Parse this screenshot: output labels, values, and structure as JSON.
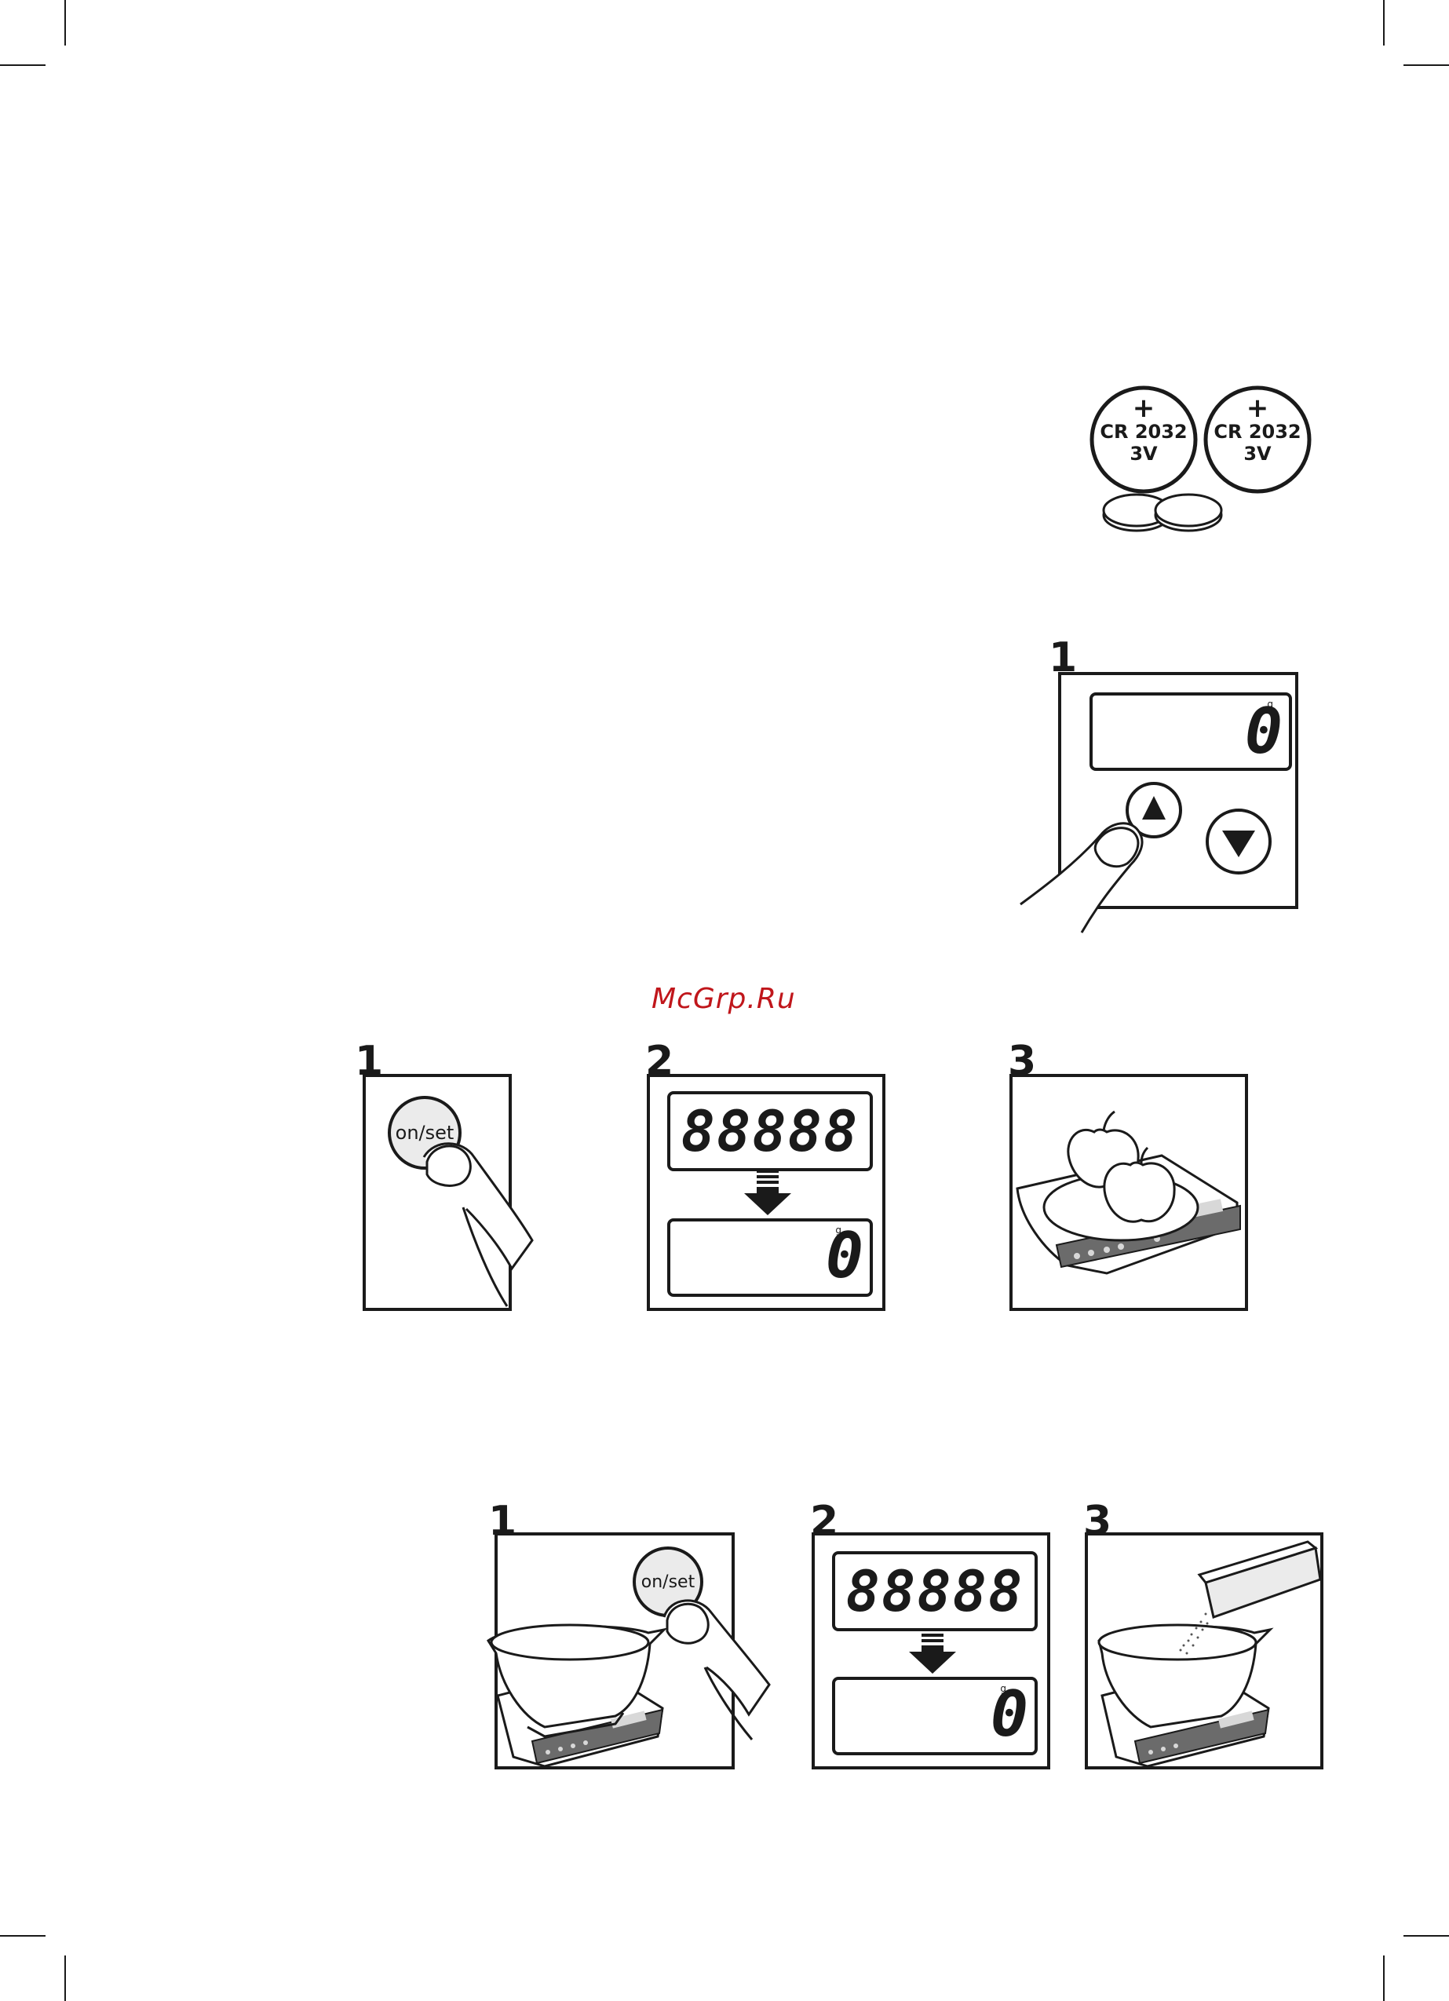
{
  "watermark": "McGrp.Ru",
  "batteries": {
    "cells": [
      {
        "polarity": "+",
        "model": "CR 2032",
        "voltage": "3V"
      },
      {
        "polarity": "+",
        "model": "CR 2032",
        "voltage": "3V"
      }
    ]
  },
  "section_unit": {
    "step": "1",
    "display_value": "0",
    "display_unit": "g"
  },
  "section_weigh": {
    "steps": [
      {
        "number": "1",
        "button_label": "on/set"
      },
      {
        "number": "2",
        "test_pattern": "88888",
        "display_value": "0",
        "display_unit": "g"
      },
      {
        "number": "3"
      }
    ]
  },
  "section_tare": {
    "steps": [
      {
        "number": "1",
        "button_label": "on/set"
      },
      {
        "number": "2",
        "test_pattern": "88888",
        "display_value": "0",
        "display_unit": "g"
      },
      {
        "number": "3"
      }
    ]
  }
}
